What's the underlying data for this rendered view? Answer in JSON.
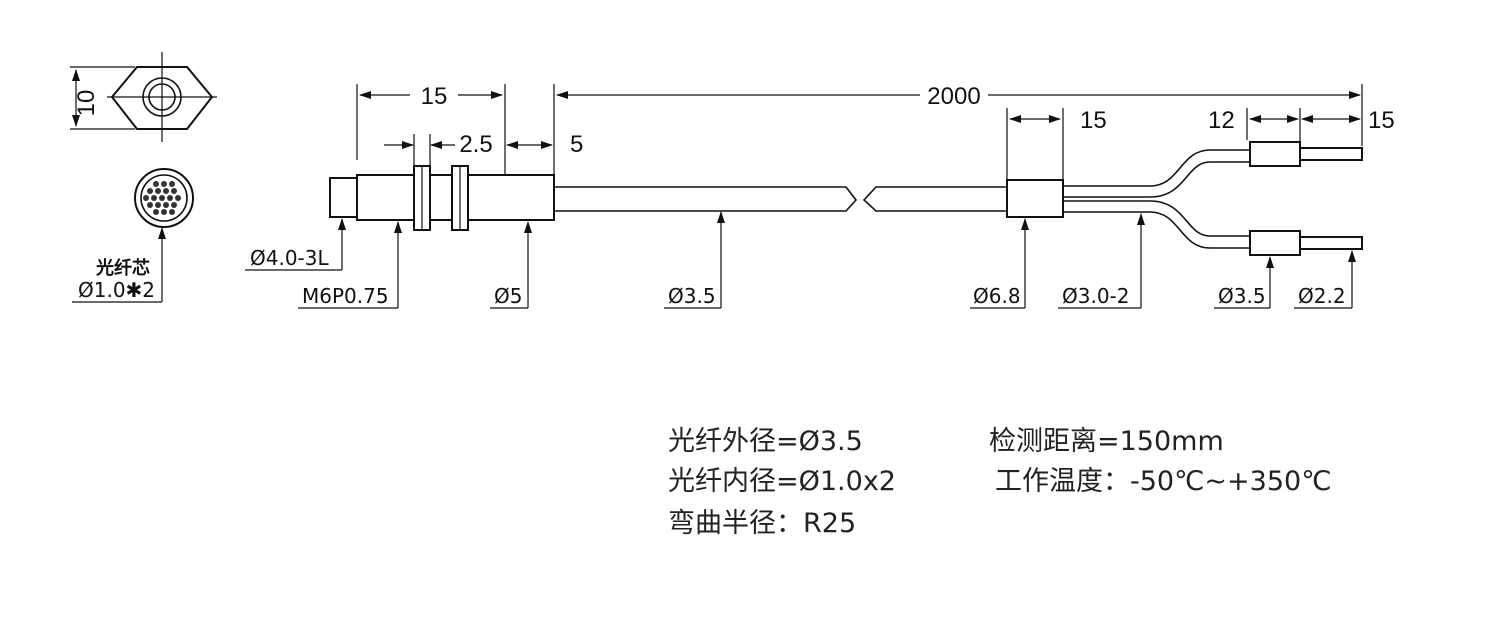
{
  "dimensions": {
    "hex_height": "10",
    "core_label": "光纤芯",
    "core_size": "Ø1.0✱2",
    "probe_tip": "Ø4.0-3L",
    "thread": "M6P0.75",
    "sleeve": "Ø5",
    "body_length": "15",
    "nut_width": "2.5",
    "gap": "5",
    "total_length": "2000",
    "cable": "Ø3.5",
    "junction_length": "15",
    "junction": "Ø6.8",
    "branch": "Ø3.0-2",
    "tip_sleeve_length": "12",
    "tip_length": "15",
    "tip_sleeve": "Ø3.5",
    "tip": "Ø2.2"
  },
  "specs": [
    {
      "label": "光纤外径=Ø3.5"
    },
    {
      "label": "光纤内径=Ø1.0x2"
    },
    {
      "label": "弯曲半径：R25"
    },
    {
      "label": "检测距离=150mm"
    },
    {
      "label": "工作温度：-50℃~+350℃"
    }
  ]
}
